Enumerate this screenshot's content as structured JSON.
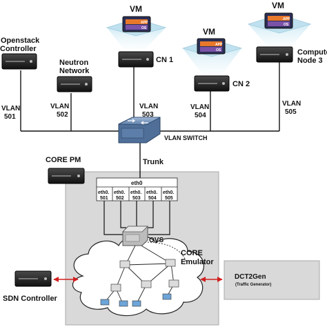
{
  "nodes": {
    "openstack_controller": [
      "Openstack",
      "Controller"
    ],
    "neutron_network": [
      "Neutron",
      "Network"
    ],
    "cn1": "CN 1",
    "cn2": "CN 2",
    "compute_node": [
      "Compute",
      "Node 3"
    ],
    "vm_label": "VM",
    "vm_chip_app": "APP",
    "vm_chip_os": "OS",
    "vlan_switch": "VLAN SWITCH",
    "trunk": "Trunk",
    "core_pm": "CORE PM",
    "ovs": "OVS",
    "core_emulator": [
      "CORE",
      "Emulator"
    ],
    "sdn_controller": "SDN Controller",
    "dct2gen": "DCT2Gen",
    "dct2gen_sub": "(Traffic Generator)"
  },
  "vlans": [
    {
      "word": "VLAN",
      "id": "501"
    },
    {
      "word": "VLAN",
      "id": "502"
    },
    {
      "word": "VLAN",
      "id": "503"
    },
    {
      "word": "VLAN",
      "id": "504"
    },
    {
      "word": "VLAN",
      "id": "505"
    }
  ],
  "eth_table": {
    "header": "eth0",
    "cells": [
      [
        "eth0.",
        "501"
      ],
      [
        "eth0.",
        "502"
      ],
      [
        "eth0.",
        "503"
      ],
      [
        "eth0.",
        "504"
      ],
      [
        "eth0.",
        "505"
      ]
    ]
  },
  "colors": {
    "arrow": "#d21e1e",
    "core_box": "#d9d9d9",
    "vm_glow": "#cfeaf4",
    "vm_app": "#e8782a",
    "vm_os": "#7a52a8",
    "switch": "#6f8fb8"
  }
}
